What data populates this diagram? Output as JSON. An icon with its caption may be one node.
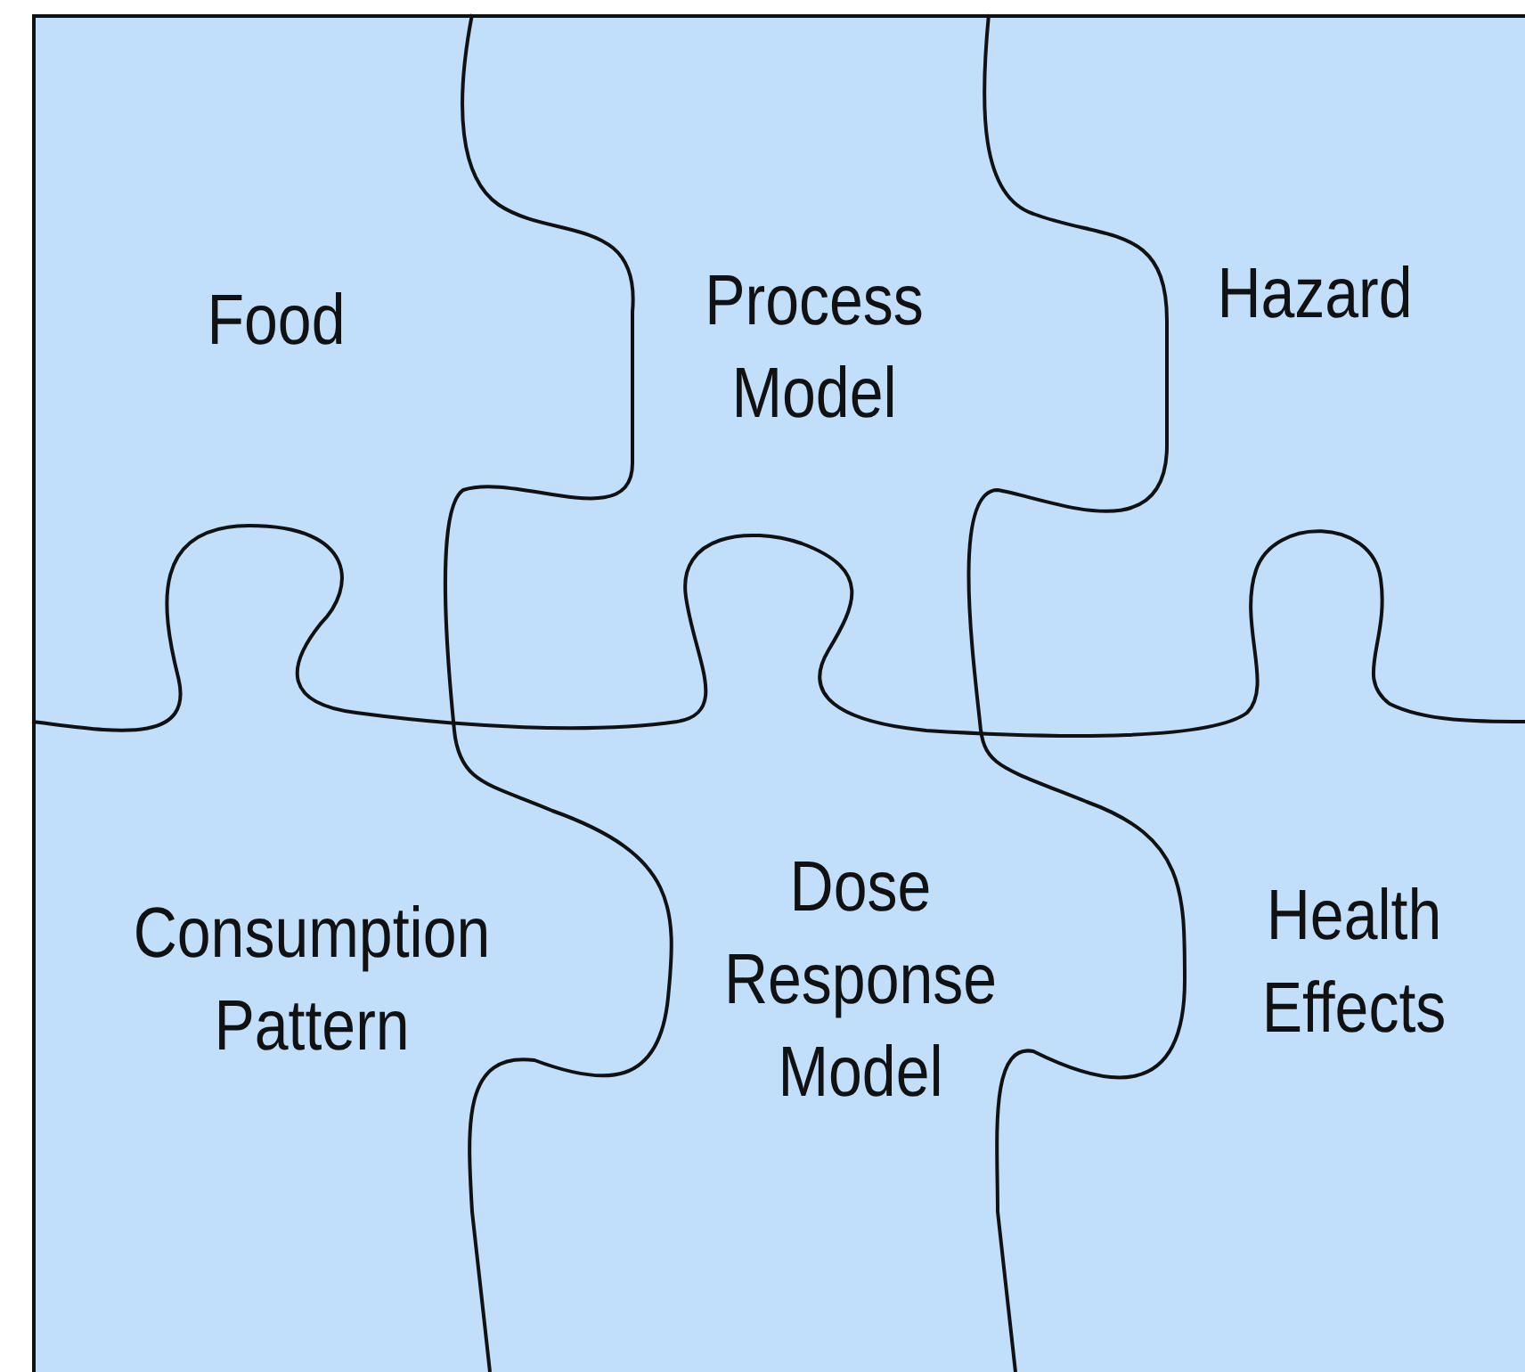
{
  "diagram": {
    "nodes": [
      {
        "text": [
          "Food"
        ]
      },
      {
        "text": [
          "Process Model"
        ]
      },
      {
        "text": [
          "Hazard"
        ]
      },
      {
        "text": [
          "Consumption Pattern"
        ]
      },
      {
        "text": [
          "Dose Response Model"
        ]
      },
      {
        "text": [
          "Health Effects"
        ]
      }
    ]
  }
}
